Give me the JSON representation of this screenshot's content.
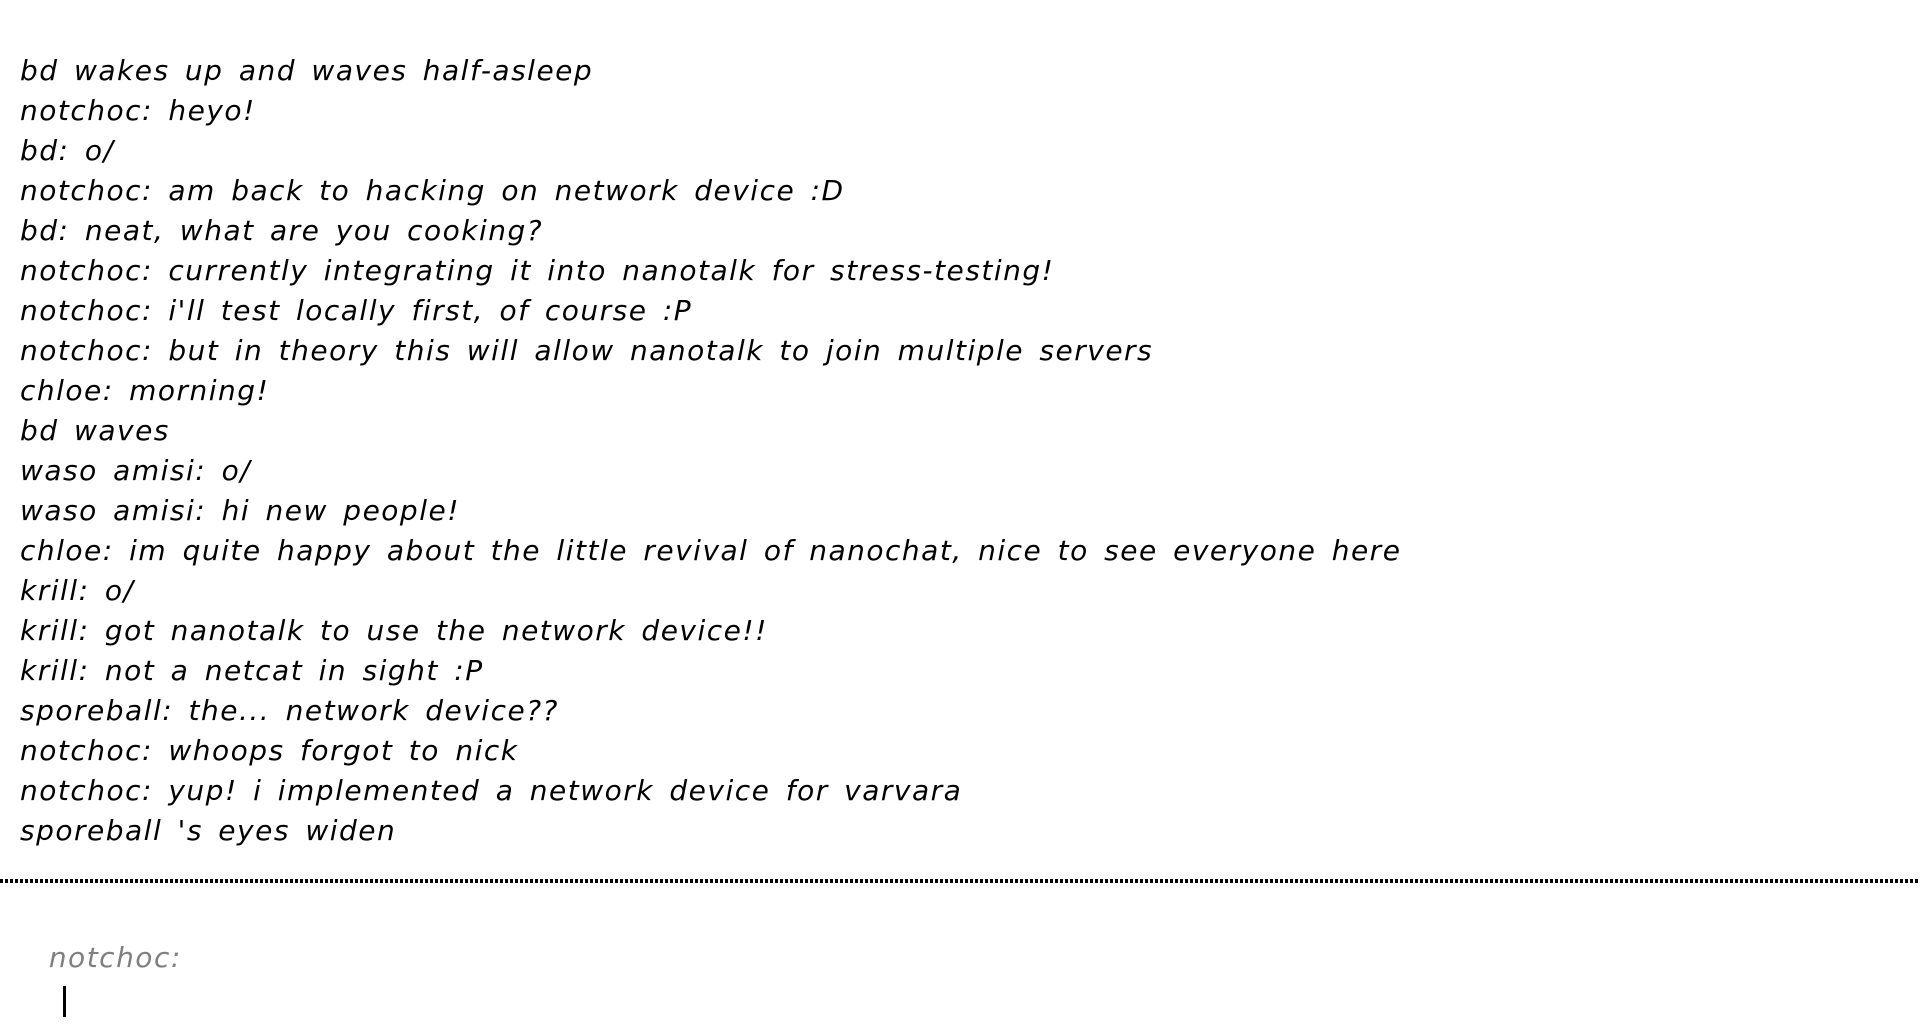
{
  "colors": {
    "background": "#ffffff",
    "message_text": "#000000",
    "input_nick": "#808080",
    "separator": "#000000",
    "cursor": "#000000"
  },
  "chat_log": {
    "messages": [
      "bd wakes up and waves half-asleep",
      "notchoc: heyo!",
      "bd: o/",
      "notchoc: am back to hacking on network device :D",
      "bd: neat, what are you cooking?",
      "notchoc: currently integrating it into nanotalk for stress-testing!",
      "notchoc: i'll test locally first, of course :P",
      "notchoc: but in theory this will allow nanotalk to join multiple servers",
      "chloe: morning!",
      "bd waves",
      "waso amisi: o/",
      "waso amisi: hi new people!",
      "chloe: im quite happy about the little revival of nanochat, nice to see everyone here",
      "krill: o/",
      "krill: got nanotalk to use the network device!!",
      "krill: not a netcat in sight :P",
      "sporeball: the... network device??",
      "notchoc: whoops forgot to nick",
      "notchoc: yup! i implemented a network device for varvara",
      "sporeball 's eyes widen"
    ]
  },
  "input": {
    "nick_prompt": "notchoc:",
    "value": "",
    "cursor": "|"
  }
}
